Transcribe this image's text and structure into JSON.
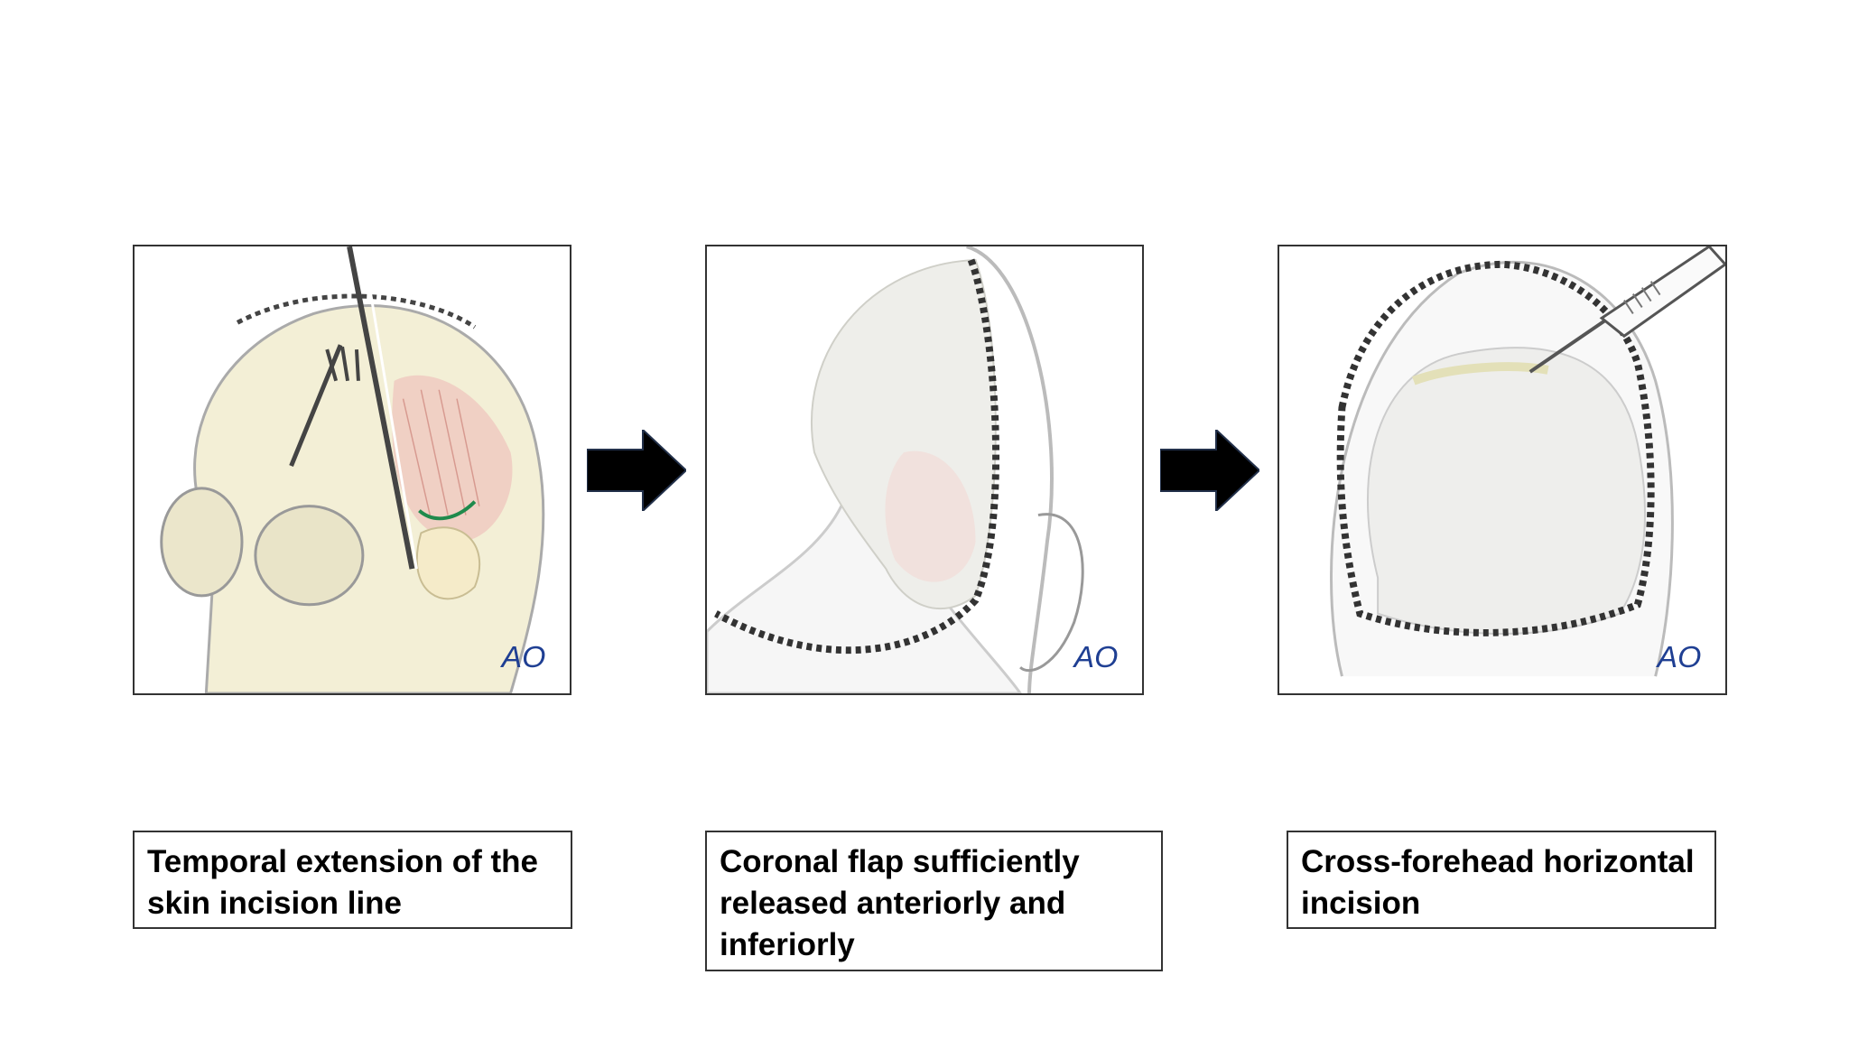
{
  "panels": [
    {
      "caption": "Temporal extension of the skin incision line",
      "logo": "AO",
      "icon": "skull-forceps-illustration"
    },
    {
      "caption": "Coronal flap sufficiently released anteriorly and inferiorly",
      "logo": "AO",
      "icon": "coronal-flap-illustration"
    },
    {
      "caption": "Cross-forehead horizontal incision",
      "logo": "AO",
      "icon": "scalpel-incision-illustration"
    }
  ],
  "arrow_icon": "right-arrow-icon",
  "colors": {
    "arrow_fill": "#000000",
    "arrow_edge": "#22304a",
    "logo": "#1f3f93",
    "suture": "#333333",
    "muscle": "#e9b9b0",
    "bone": "#f1ecd2"
  }
}
